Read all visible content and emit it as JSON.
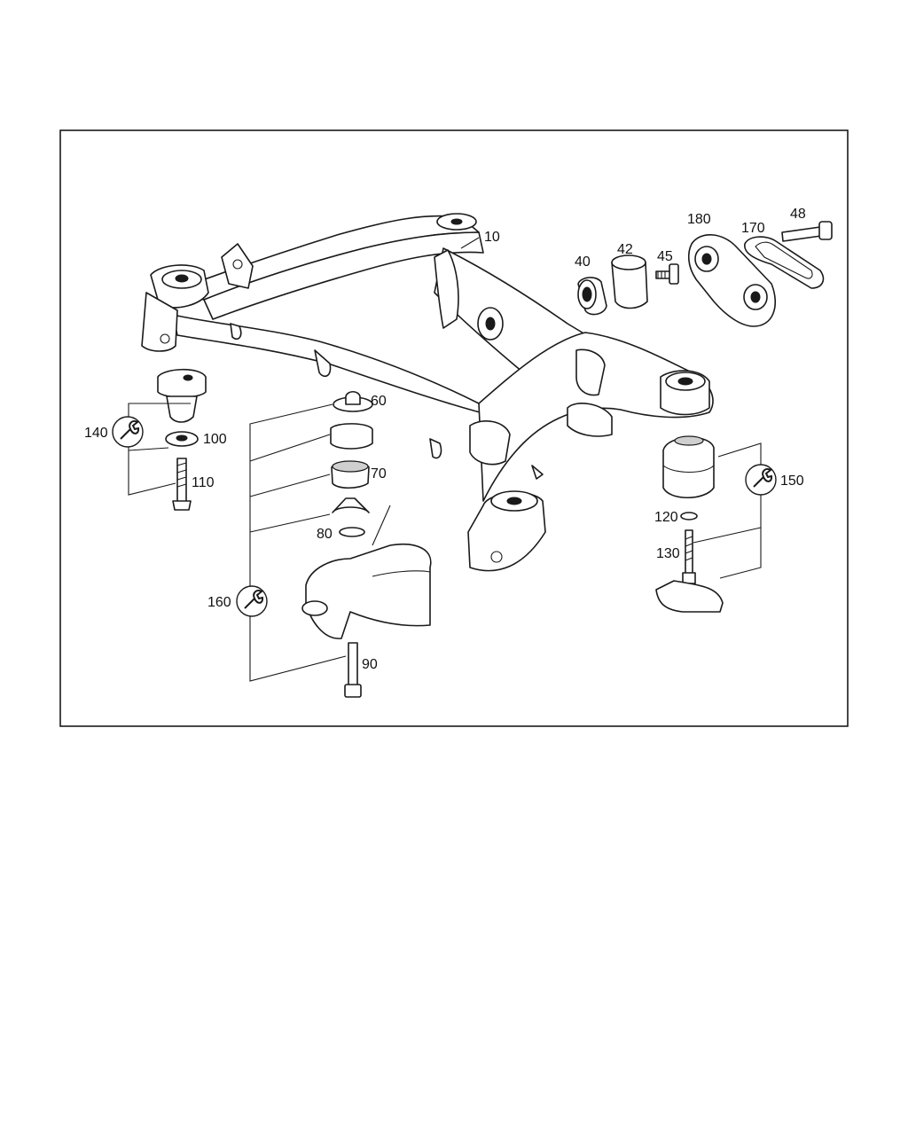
{
  "diagram": {
    "callouts": [
      {
        "id": "10",
        "text": "10"
      },
      {
        "id": "40",
        "text": "40"
      },
      {
        "id": "42",
        "text": "42"
      },
      {
        "id": "45",
        "text": "45"
      },
      {
        "id": "48",
        "text": "48"
      },
      {
        "id": "170",
        "text": "170"
      },
      {
        "id": "180",
        "text": "180"
      },
      {
        "id": "60",
        "text": "60"
      },
      {
        "id": "70",
        "text": "70"
      },
      {
        "id": "80",
        "text": "80"
      },
      {
        "id": "90",
        "text": "90"
      },
      {
        "id": "100",
        "text": "100"
      },
      {
        "id": "110",
        "text": "110"
      },
      {
        "id": "120",
        "text": "120"
      },
      {
        "id": "130",
        "text": "130"
      },
      {
        "id": "140",
        "text": "140"
      },
      {
        "id": "150",
        "text": "150"
      },
      {
        "id": "160",
        "text": "160"
      }
    ],
    "tool_icons": [
      "wrench-icon",
      "wrench-icon",
      "wrench-icon"
    ],
    "colors": {
      "line": "#1a1a1a",
      "background": "#ffffff"
    }
  }
}
